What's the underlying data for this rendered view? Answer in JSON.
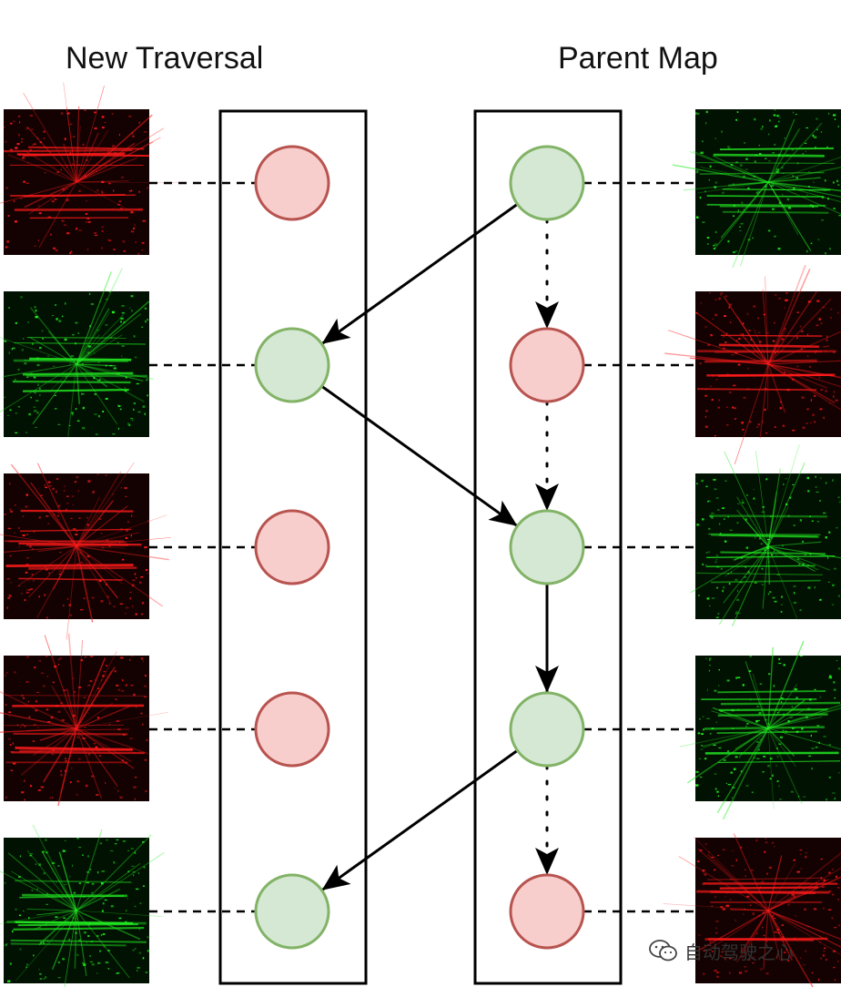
{
  "titles": {
    "left": "New Traversal",
    "right": "Parent Map"
  },
  "columns": {
    "left": {
      "nodes": [
        "red",
        "green",
        "red",
        "red",
        "green"
      ],
      "scans": [
        "red",
        "green",
        "red",
        "red",
        "green"
      ]
    },
    "right": {
      "nodes": [
        "green",
        "red",
        "green",
        "green",
        "red"
      ],
      "scans": [
        "green",
        "red",
        "green",
        "green",
        "red"
      ]
    }
  },
  "links": [
    {
      "from": [
        "right",
        0
      ],
      "to": [
        "left",
        1
      ],
      "style": "solid"
    },
    {
      "from": [
        "left",
        1
      ],
      "to": [
        "right",
        2
      ],
      "style": "solid"
    },
    {
      "from": [
        "right",
        2
      ],
      "to": [
        "right",
        3
      ],
      "style": "solid"
    },
    {
      "from": [
        "right",
        3
      ],
      "to": [
        "left",
        4
      ],
      "style": "solid"
    },
    {
      "from": [
        "right",
        0
      ],
      "to": [
        "right",
        1
      ],
      "style": "dotted"
    },
    {
      "from": [
        "right",
        1
      ],
      "to": [
        "right",
        2
      ],
      "style": "dotted"
    },
    {
      "from": [
        "right",
        3
      ],
      "to": [
        "right",
        4
      ],
      "style": "dotted"
    }
  ],
  "colors": {
    "red_fill": "#f8cecc",
    "red_stroke": "#b85450",
    "green_fill": "#d5e8d4",
    "green_stroke": "#82b366",
    "scan_red": "#ff1a1a",
    "scan_green": "#22ee22"
  },
  "watermark": {
    "text": "自动驾驶之心",
    "icon": "wechat-icon"
  }
}
